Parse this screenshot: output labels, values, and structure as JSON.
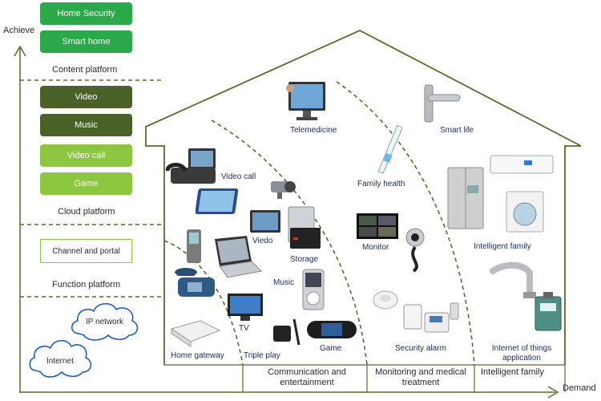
{
  "axes": {
    "y_label": "Achieve",
    "x_label": "Demand"
  },
  "left_panel": {
    "content_buttons": [
      "Home Security",
      "Smart home"
    ],
    "content_label": "Content platform",
    "cloud_buttons": [
      "Video",
      "Music",
      "Video call",
      "Game"
    ],
    "cloud_label": "Cloud platform",
    "channel_box": "Channel and portal",
    "function_label": "Function platform",
    "clouds": [
      "IP network",
      "Internet"
    ]
  },
  "items": {
    "telemedicine": "Telemedicine",
    "smart_life": "Smart life",
    "video_call": "Video call",
    "family_health": "Family health",
    "viedo": "Viedo",
    "storage": "Storage",
    "monitor": "Monitor",
    "intelligent_family": "Intelligent family",
    "music": "Music",
    "tv": "TV",
    "triple_play": "Triple play",
    "game": "Game",
    "home_gateway": "Home gateway",
    "security_alarm": "Security alarm",
    "iot_application": "Internet of things application"
  },
  "bottom_categories": [
    "Communication and entertainment",
    "Monitoring and medical treatment",
    "Intelligent family"
  ],
  "colors": {
    "dark_olive": "#4a6128",
    "green_bright": "#2aa84a",
    "green_light": "#8dc63f",
    "line": "#5b6b2c",
    "text_navy": "#1b2a57"
  }
}
